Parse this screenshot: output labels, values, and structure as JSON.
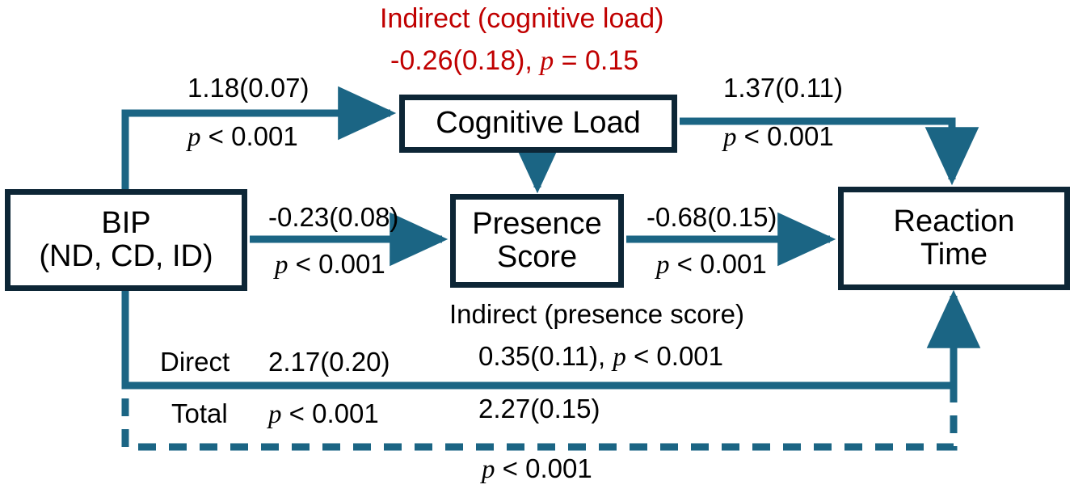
{
  "colors": {
    "node_border": "#0d2636",
    "path": "#1b6584",
    "highlight_red": "#c00000",
    "text": "#000000",
    "background": "#ffffff"
  },
  "nodes": {
    "bip": {
      "line1": "BIP",
      "line2": "(ND, CD, ID)"
    },
    "cognitive_load": {
      "line1": "Cognitive Load",
      "line2": ""
    },
    "presence": {
      "line1": "Presence",
      "line2": "Score"
    },
    "reaction": {
      "line1": "Reaction",
      "line2": "Time"
    }
  },
  "labels": {
    "indirect_cognitive_title": "Indirect (cognitive load)",
    "indirect_cognitive_value": "-0.26(0.18), ",
    "indirect_cognitive_p": "p",
    "indirect_cognitive_p_rest": " = 0.15",
    "a_coef": "1.18(0.07)",
    "a_p_italic": "p",
    "a_p_rest": " < 0.001",
    "b_coef": "1.37(0.11)",
    "b_p_italic": "p",
    "b_p_rest": " < 0.001",
    "c_coef": "-0.23(0.08)",
    "c_p_italic": "p",
    "c_p_rest": " < 0.001",
    "d_coef": "-0.68(0.15)",
    "d_p_italic": "p",
    "d_p_rest": " < 0.001",
    "indirect_presence_title": "Indirect (presence score)",
    "indirect_presence_value": "0.35(0.11), ",
    "indirect_presence_p": "p",
    "indirect_presence_p_rest": " < 0.001",
    "direct_name": "Direct",
    "direct_coef": "2.17(0.20)",
    "direct_p_italic": "p",
    "direct_p_rest": " < 0.001",
    "total_name": "Total",
    "total_coef": "2.27(0.15)",
    "total_p_italic": "p",
    "total_p_rest": " < 0.001"
  },
  "chart_data": {
    "type": "path-diagram",
    "title": "",
    "nodes": [
      {
        "id": "bip",
        "label": "BIP (ND, CD, ID)"
      },
      {
        "id": "cognitive_load",
        "label": "Cognitive Load"
      },
      {
        "id": "presence",
        "label": "Presence Score"
      },
      {
        "id": "reaction",
        "label": "Reaction Time"
      }
    ],
    "edges": [
      {
        "from": "bip",
        "to": "cognitive_load",
        "estimate": 1.18,
        "se": 0.07,
        "p": "< 0.001",
        "style": "solid"
      },
      {
        "from": "cognitive_load",
        "to": "reaction",
        "estimate": 1.37,
        "se": 0.11,
        "p": "< 0.001",
        "style": "solid"
      },
      {
        "from": "bip",
        "to": "presence",
        "estimate": -0.23,
        "se": 0.08,
        "p": "< 0.001",
        "style": "solid"
      },
      {
        "from": "presence",
        "to": "reaction",
        "estimate": -0.68,
        "se": 0.15,
        "p": "< 0.001",
        "style": "solid"
      },
      {
        "from": "cognitive_load",
        "to": "presence",
        "estimate": null,
        "se": null,
        "p": null,
        "style": "solid"
      },
      {
        "from": "bip",
        "to": "reaction",
        "effect": "Direct",
        "estimate": 2.17,
        "se": 0.2,
        "p": "< 0.001",
        "style": "solid"
      },
      {
        "from": "bip",
        "to": "reaction",
        "effect": "Total",
        "estimate": 2.27,
        "se": 0.15,
        "p": "< 0.001",
        "style": "dashed"
      }
    ],
    "indirect_effects": [
      {
        "via": "cognitive load",
        "estimate": -0.26,
        "se": 0.18,
        "p": "= 0.15",
        "significant": false,
        "color": "#c00000"
      },
      {
        "via": "presence score",
        "estimate": 0.35,
        "se": 0.11,
        "p": "< 0.001",
        "significant": true,
        "color": "#000000"
      }
    ]
  }
}
